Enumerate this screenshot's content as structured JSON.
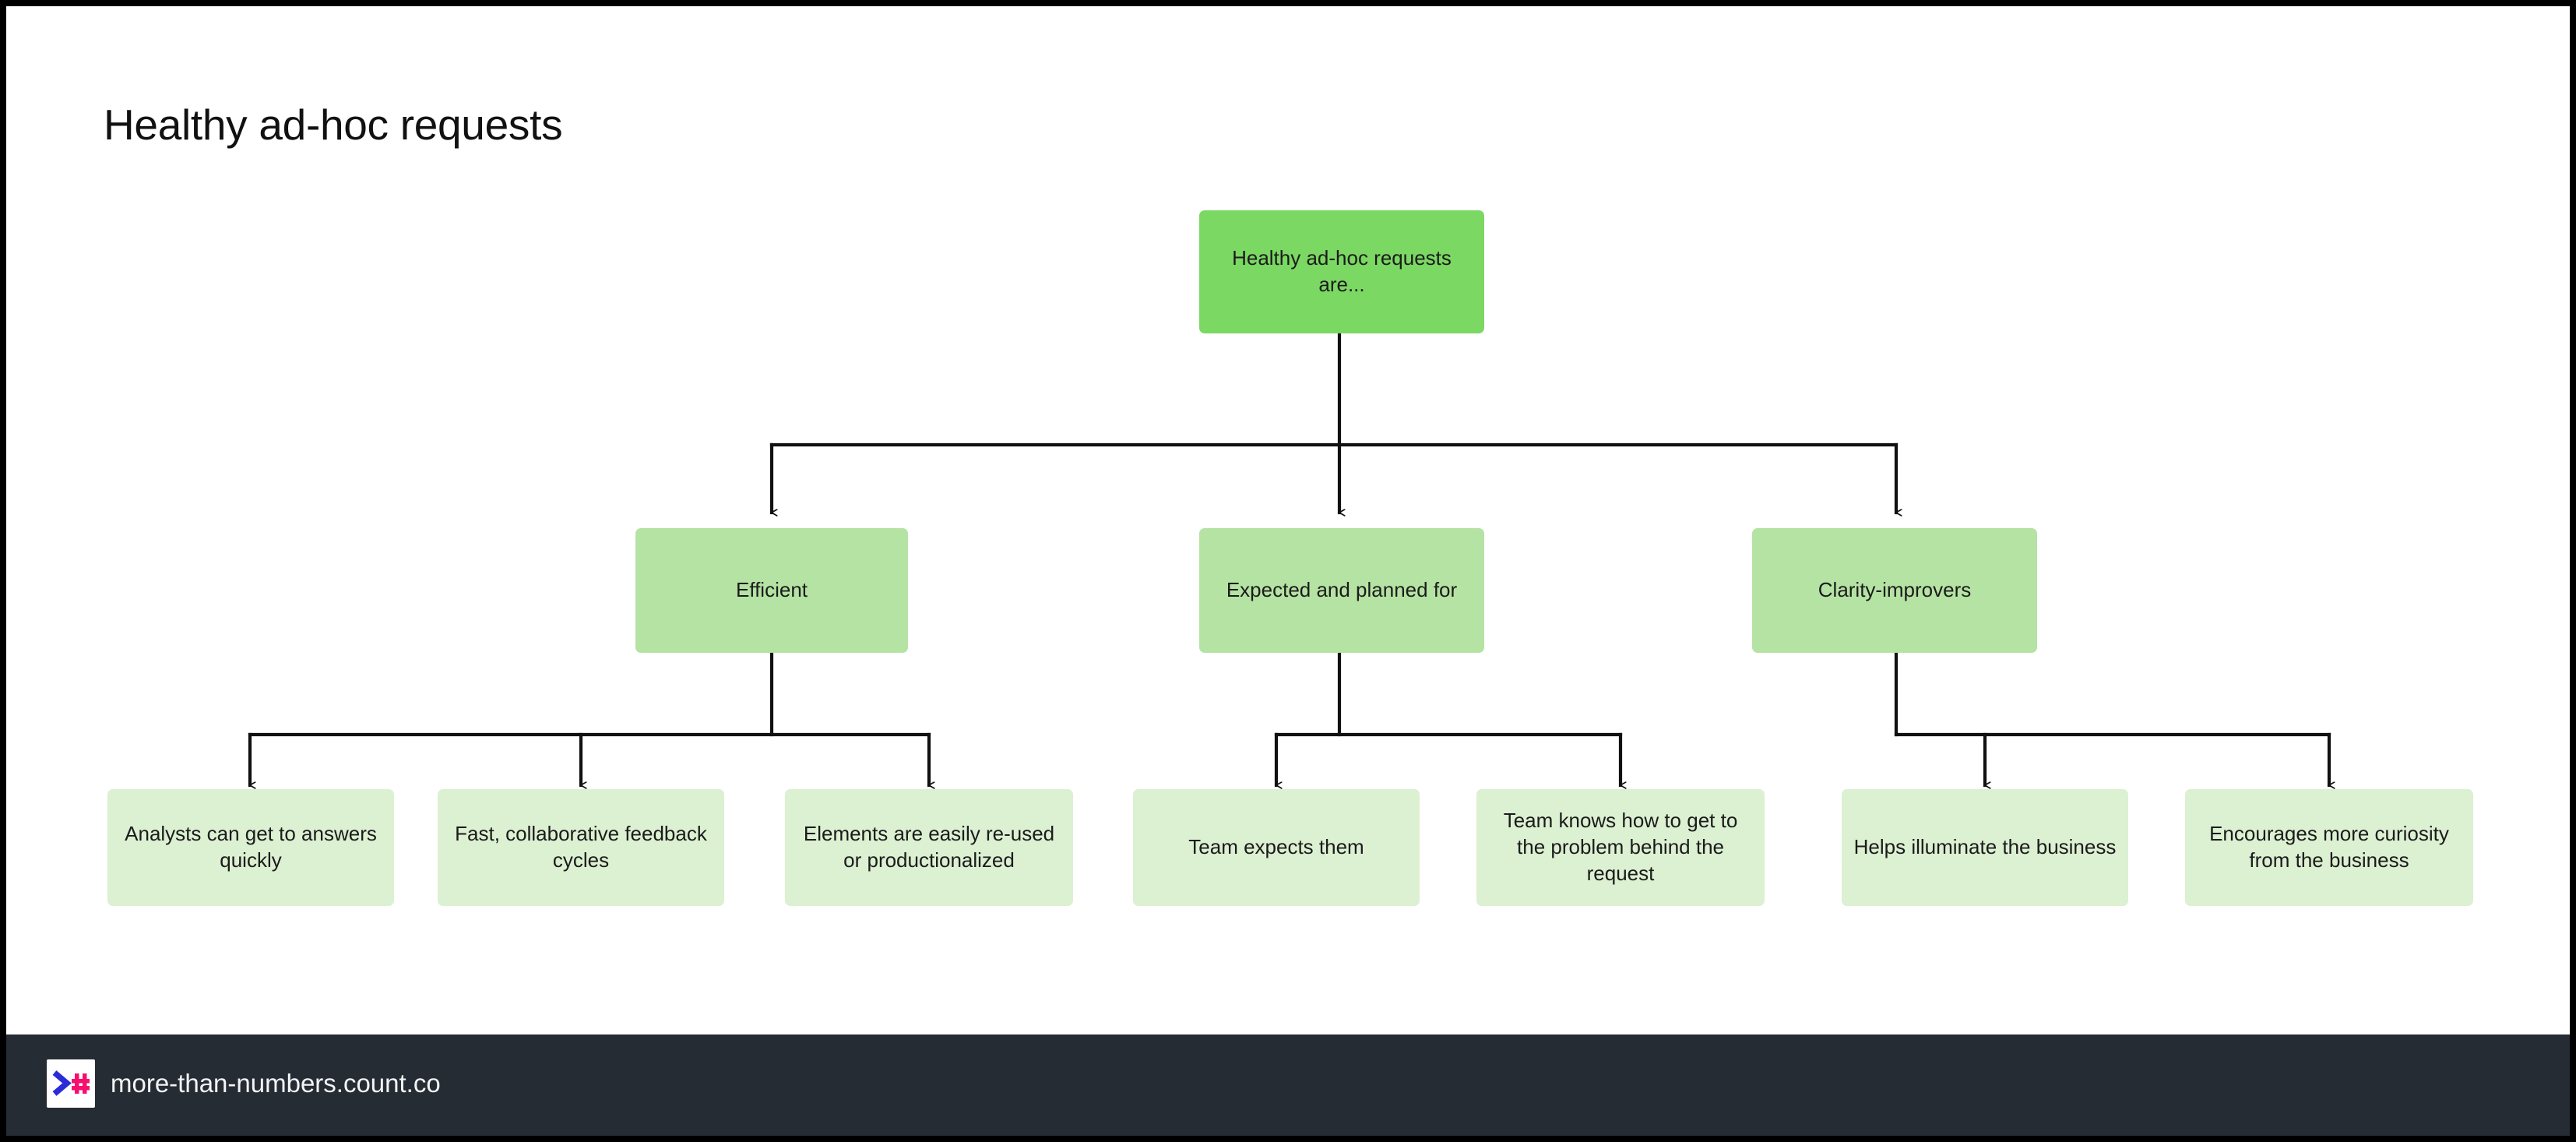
{
  "page": {
    "title": "Healthy ad-hoc requests",
    "background_color": "#ffffff",
    "frame_color": "#000000"
  },
  "colors": {
    "root_node": "#7BD863",
    "branch_node": "#B5E3A3",
    "leaf_node": "#DCF0D2",
    "connector": "#111111",
    "text": "#1b1b1b",
    "footer_background": "#262c33",
    "footer_text": "#f2f4f6",
    "logo_chevron": "#2b2bd8",
    "logo_hash": "#f5106e"
  },
  "diagram": {
    "type": "tree",
    "root": {
      "id": "root",
      "label": "Healthy ad-hoc requests are..."
    },
    "branches": [
      {
        "id": "branch-efficient",
        "label": "Efficient",
        "children": [
          {
            "id": "leaf-analysts-answers",
            "label": "Analysts can get to answers quickly"
          },
          {
            "id": "leaf-feedback-cycles",
            "label": "Fast, collaborative feedback cycles"
          },
          {
            "id": "leaf-reusable-elements",
            "label": "Elements are easily re-used or productionalized"
          }
        ]
      },
      {
        "id": "branch-expected-planned",
        "label": "Expected and planned for",
        "children": [
          {
            "id": "leaf-team-expects",
            "label": "Team expects them"
          },
          {
            "id": "leaf-problem-behind-request",
            "label": "Team knows how to get to the problem behind the request"
          }
        ]
      },
      {
        "id": "branch-clarity-improvers",
        "label": "Clarity-improvers",
        "children": [
          {
            "id": "leaf-illuminate-business",
            "label": "Helps illuminate the business"
          },
          {
            "id": "leaf-curiosity-business",
            "label": "Encourages more curiosity from the business"
          }
        ]
      }
    ]
  },
  "footer": {
    "url": "more-than-numbers.count.co",
    "logo_icon": "count-logo-icon"
  }
}
